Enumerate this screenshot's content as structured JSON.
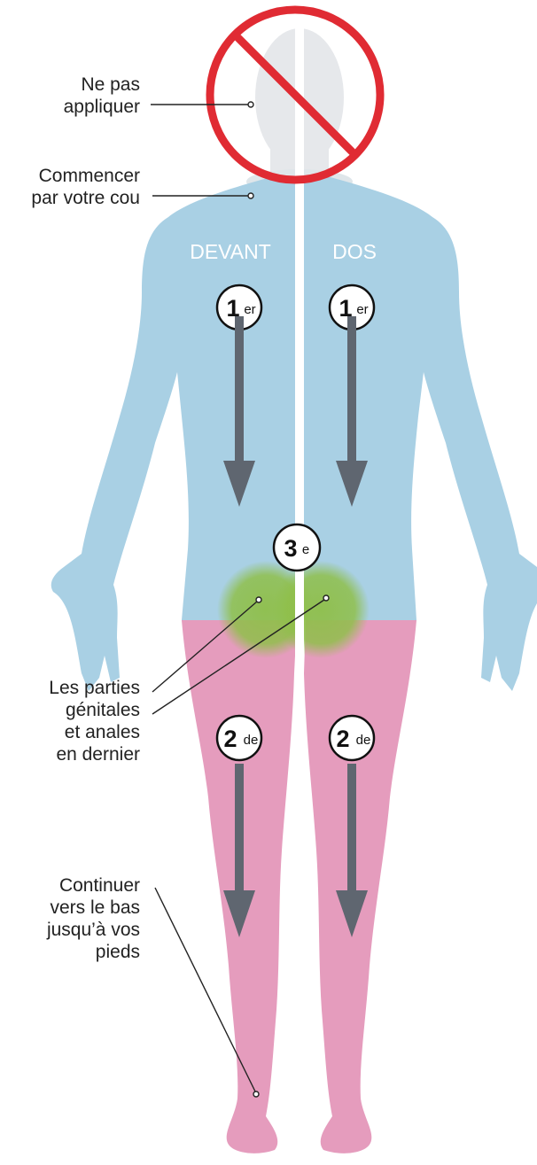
{
  "labels": {
    "head": [
      "Ne pas",
      "appliquer"
    ],
    "neck": [
      "Commencer",
      "par votre cou"
    ],
    "genitals": [
      "Les parties",
      "génitales",
      "et anales",
      "en dernier"
    ],
    "legs": [
      "Continuer",
      "vers le bas",
      "jusqu’à vos",
      "pieds"
    ]
  },
  "sides": {
    "front": "DEVANT",
    "back": "DOS"
  },
  "steps": {
    "first": {
      "num": "1",
      "sup": "er"
    },
    "second": {
      "num": "2",
      "sup": "de"
    },
    "third": {
      "num": "3",
      "sup": "e"
    }
  },
  "colors": {
    "upper_body": "#a9d0e4",
    "lower_body": "#e59cbd",
    "genital_zone": "#8fbf4a",
    "head": "#e6e8eb",
    "no_symbol": "#e02b33",
    "arrow": "#5f6670"
  },
  "icons": {
    "no_symbol": "prohibition-icon",
    "arrows": "down-arrow-icon"
  }
}
